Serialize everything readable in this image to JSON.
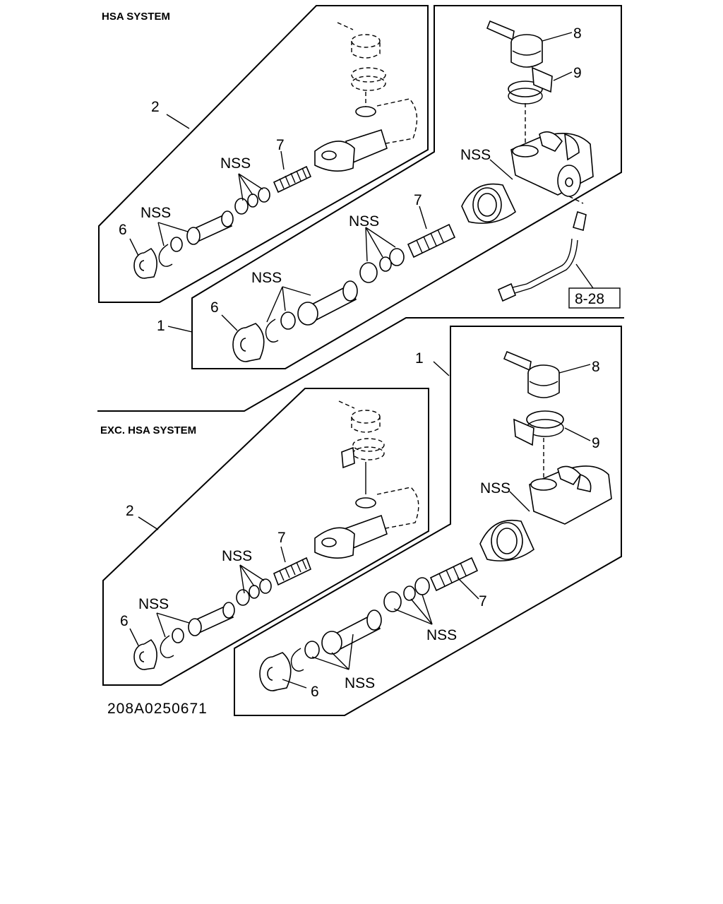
{
  "sections": {
    "top": {
      "title": "HSA SYSTEM"
    },
    "bottom": {
      "title": "EXC. HSA SYSTEM"
    }
  },
  "callouts": {
    "assembly_1": "1",
    "assembly_2": "2",
    "part_6": "6",
    "part_7": "7",
    "part_8": "8",
    "part_9": "9",
    "nss": "NSS",
    "ref_8_28": "8-28"
  },
  "footer": {
    "doc_id": "208A0250671"
  }
}
